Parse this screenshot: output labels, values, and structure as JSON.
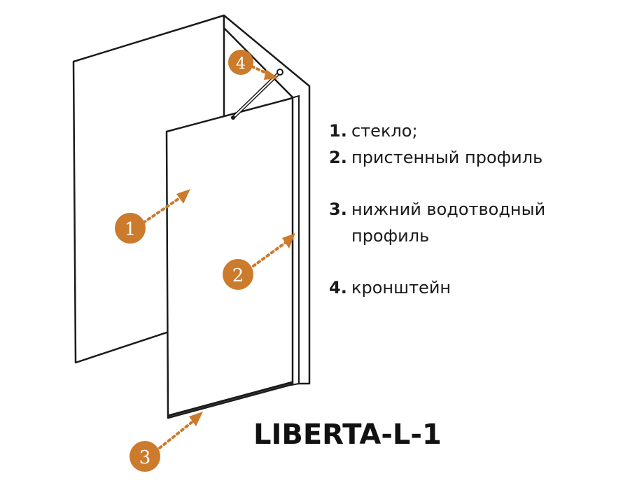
{
  "legend": {
    "items": [
      {
        "num": "1.",
        "text": "стекло;"
      },
      {
        "num": "2.",
        "text": "пристенный профиль"
      },
      {
        "num": "3.",
        "text": "нижний водотводный профиль"
      },
      {
        "num": "4.",
        "text": "кронштейн"
      }
    ]
  },
  "markers": [
    {
      "label": "1"
    },
    {
      "label": "2"
    },
    {
      "label": "3"
    },
    {
      "label": "4"
    }
  ],
  "model": "LIBERTA-L-1",
  "colors": {
    "marker": "#cc7a2c",
    "line": "#1a1a1a",
    "text": "#1a1a1a"
  }
}
